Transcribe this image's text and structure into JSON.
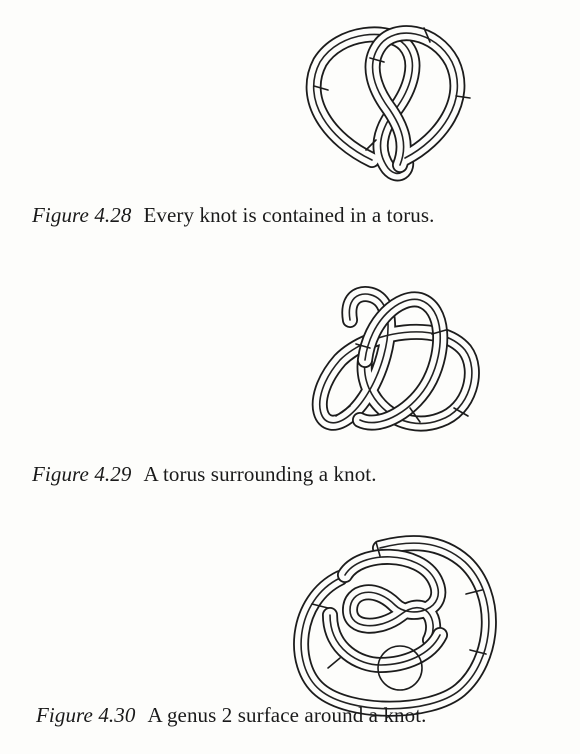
{
  "figures": [
    {
      "label": "Figure 4.28",
      "caption": "Every knot is contained in a torus.",
      "icon": "torus-around-knot-figure"
    },
    {
      "label": "Figure 4.29",
      "caption": "A torus surrounding a knot.",
      "icon": "trefoil-torus-figure"
    },
    {
      "label": "Figure 4.30",
      "caption": "A genus 2 surface around a knot.",
      "icon": "genus-2-surface-figure"
    }
  ]
}
